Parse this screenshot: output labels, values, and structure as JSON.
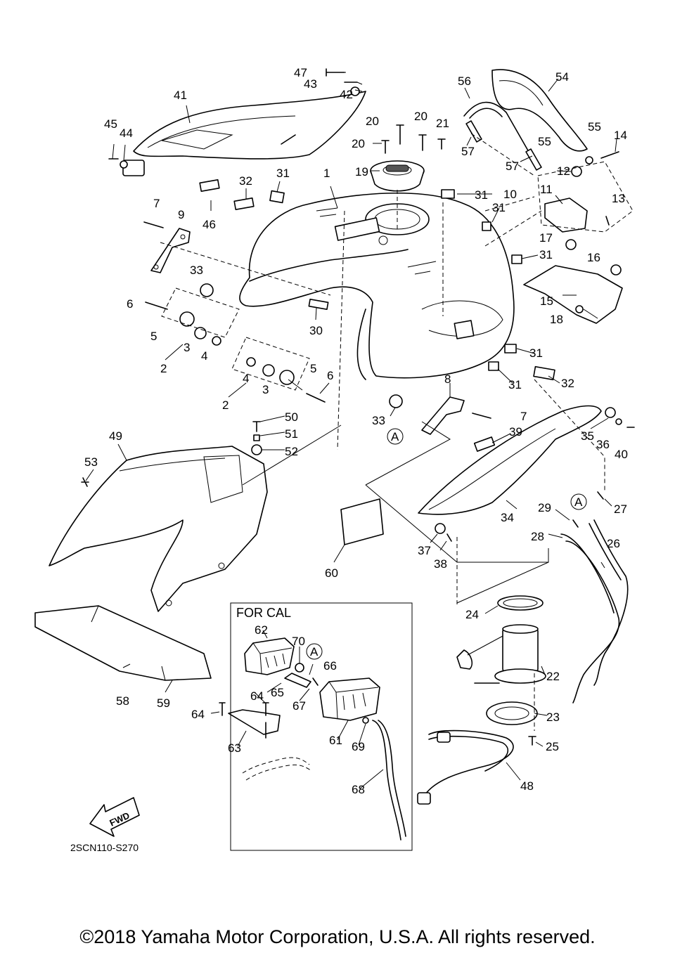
{
  "diagram": {
    "code": "2SCN110-S270",
    "inset_title": "FOR CAL",
    "reference_mark": "A",
    "fwd_label": "FWD",
    "colors": {
      "line": "#000000",
      "background": "#ffffff",
      "shade": "#555555"
    }
  },
  "labels": {
    "l1": "1",
    "l2a": "2",
    "l2b": "2",
    "l3a": "3",
    "l3b": "3",
    "l4a": "4",
    "l4b": "4",
    "l5a": "5",
    "l5b": "5",
    "l6a": "6",
    "l6b": "6",
    "l7a": "7",
    "l7b": "7",
    "l8": "8",
    "l9": "9",
    "l10": "10",
    "l11": "11",
    "l12": "12",
    "l13": "13",
    "l14": "14",
    "l15": "15",
    "l16": "16",
    "l17": "17",
    "l18": "18",
    "l19": "19",
    "l20a": "20",
    "l20b": "20",
    "l20c": "20",
    "l21": "21",
    "l22": "22",
    "l23": "23",
    "l24": "24",
    "l25": "25",
    "l26": "26",
    "l27": "27",
    "l28": "28",
    "l29": "29",
    "l30": "30",
    "l31a": "31",
    "l31b": "31",
    "l31c": "31",
    "l31d": "31",
    "l31e": "31",
    "l31f": "31",
    "l32a": "32",
    "l32b": "32",
    "l33a": "33",
    "l33b": "33",
    "l34": "34",
    "l35": "35",
    "l36": "36",
    "l37": "37",
    "l38": "38",
    "l39": "39",
    "l40": "40",
    "l41": "41",
    "l42": "42",
    "l43": "43",
    "l44": "44",
    "l45": "45",
    "l46": "46",
    "l47": "47",
    "l48": "48",
    "l49": "49",
    "l50": "50",
    "l51": "51",
    "l52": "52",
    "l53": "53",
    "l54": "54",
    "l55a": "55",
    "l55b": "55",
    "l56": "56",
    "l57a": "57",
    "l57b": "57",
    "l58": "58",
    "l59": "59",
    "l60": "60",
    "l61": "61",
    "l62": "62",
    "l63": "63",
    "l64a": "64",
    "l64b": "64",
    "l65": "65",
    "l66": "66",
    "l67": "67",
    "l68": "68",
    "l69": "69",
    "l70": "70"
  },
  "footer": {
    "copyright": "©2018 Yamaha Motor Corporation, U.S.A. All rights reserved."
  }
}
